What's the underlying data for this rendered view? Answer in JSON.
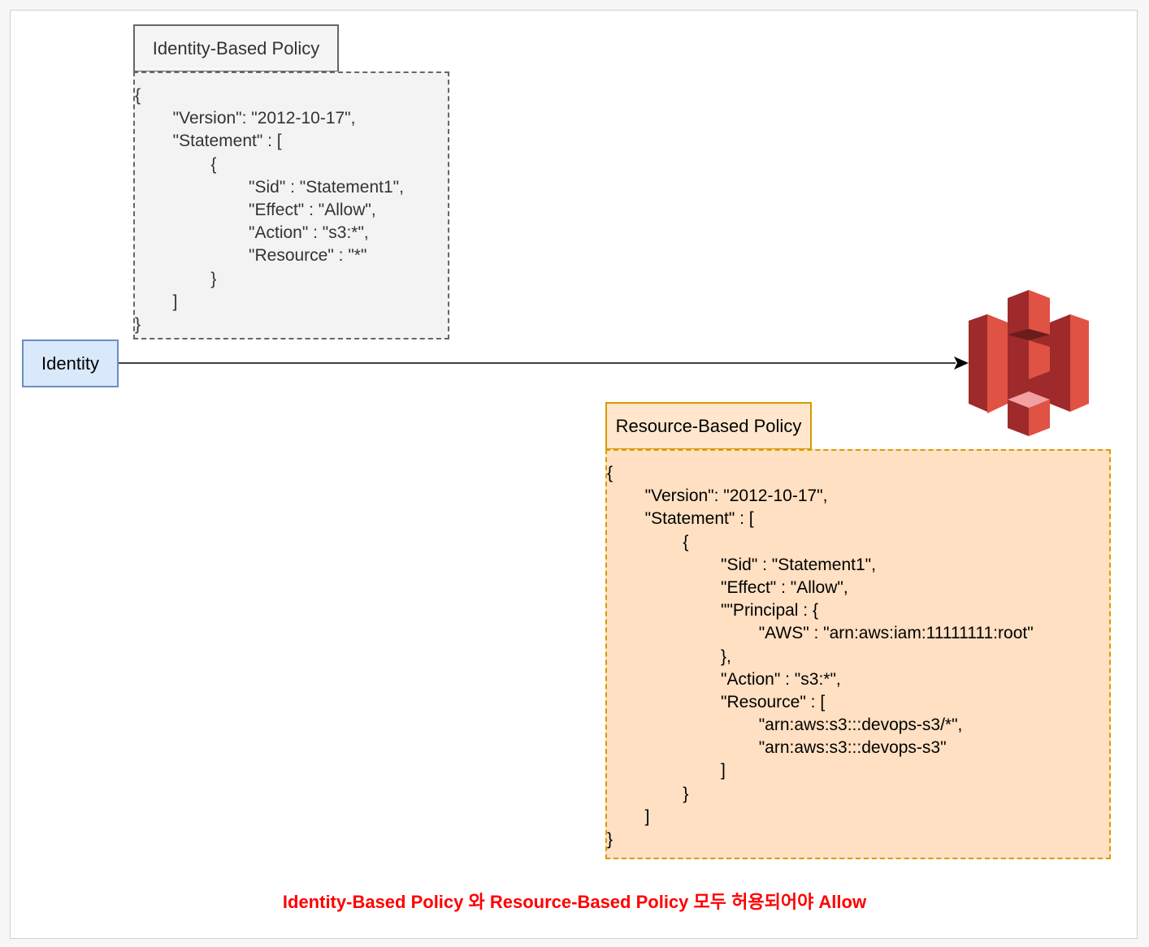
{
  "identity_policy": {
    "title": "Identity-Based Policy",
    "lines": [
      "{",
      "        \"Version\": \"2012-10-17\",",
      "        \"Statement\" : [",
      "                {",
      "                        \"Sid\" : \"Statement1\",",
      "                        \"Effect\" : \"Allow\",",
      "                        \"Action\" : \"s3:*\",",
      "                        \"Resource\" : \"*\"",
      "                }",
      "        ]",
      "}"
    ]
  },
  "identity": {
    "label": "Identity"
  },
  "resource_policy": {
    "title": "Resource-Based Policy",
    "lines": [
      "{",
      "        \"Version\": \"2012-10-17\",",
      "        \"Statement\" : [",
      "                {",
      "                        \"Sid\" : \"Statement1\",",
      "                        \"Effect\" : \"Allow\",",
      "                        \"\"Principal : {",
      "                                \"AWS\" : \"arn:aws:iam:11111111:root\"",
      "                        },",
      "                        \"Action\" : \"s3:*\",",
      "                        \"Resource\" : [",
      "                                \"arn:aws:s3:::devops-s3/*\",",
      "                                \"arn:aws:s3:::devops-s3\"",
      "                        ]",
      "                }",
      "        ]",
      "}"
    ]
  },
  "target": {
    "icon": "aws-s3-icon"
  },
  "footer": {
    "text": "Identity-Based Policy 와 Resource-Based Policy 모두 허용되어야 Allow"
  },
  "colors": {
    "identity_fill": "#dae8fc",
    "identity_border": "#6c8ebf",
    "resource_fill": "#ffe6cc",
    "resource_border": "#d79b00",
    "identity_policy_fill": "#f5f5f5",
    "identity_policy_border": "#666666",
    "footer_text": "#ff0000",
    "s3_red": "#e05243"
  }
}
